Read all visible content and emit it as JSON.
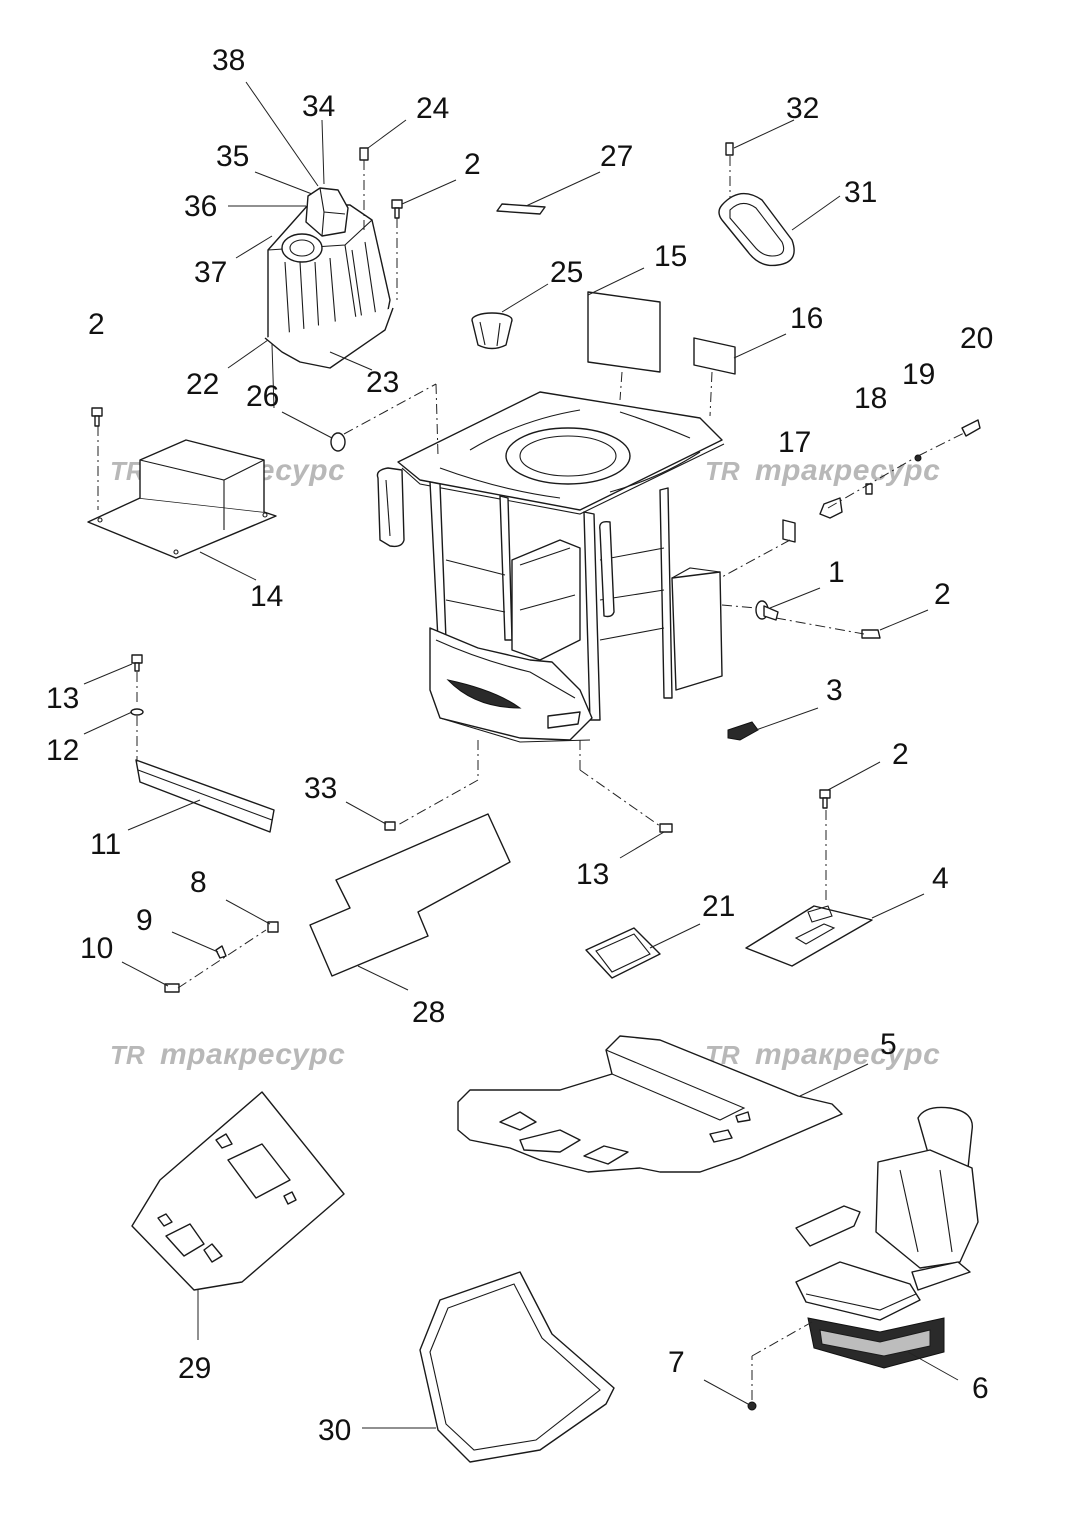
{
  "watermark": {
    "logo": "TR",
    "text": "тракресурс"
  },
  "callouts": [
    {
      "id": "c38",
      "label": "38"
    },
    {
      "id": "c34",
      "label": "34"
    },
    {
      "id": "c24",
      "label": "24"
    },
    {
      "id": "c35",
      "label": "35"
    },
    {
      "id": "c2a",
      "label": "2"
    },
    {
      "id": "c27",
      "label": "27"
    },
    {
      "id": "c32",
      "label": "32"
    },
    {
      "id": "c31",
      "label": "31"
    },
    {
      "id": "c36",
      "label": "36"
    },
    {
      "id": "c37",
      "label": "37"
    },
    {
      "id": "c25",
      "label": "25"
    },
    {
      "id": "c15",
      "label": "15"
    },
    {
      "id": "c16",
      "label": "16"
    },
    {
      "id": "c2b",
      "label": "2"
    },
    {
      "id": "c20",
      "label": "20"
    },
    {
      "id": "c19",
      "label": "19"
    },
    {
      "id": "c22",
      "label": "22"
    },
    {
      "id": "c23",
      "label": "23"
    },
    {
      "id": "c26",
      "label": "26"
    },
    {
      "id": "c18",
      "label": "18"
    },
    {
      "id": "c17",
      "label": "17"
    },
    {
      "id": "c14",
      "label": "14"
    },
    {
      "id": "c1",
      "label": "1"
    },
    {
      "id": "c2c",
      "label": "2"
    },
    {
      "id": "c13a",
      "label": "13"
    },
    {
      "id": "c3",
      "label": "3"
    },
    {
      "id": "c12",
      "label": "12"
    },
    {
      "id": "c2d",
      "label": "2"
    },
    {
      "id": "c33",
      "label": "33"
    },
    {
      "id": "c11",
      "label": "11"
    },
    {
      "id": "c13b",
      "label": "13"
    },
    {
      "id": "c8",
      "label": "8"
    },
    {
      "id": "c4",
      "label": "4"
    },
    {
      "id": "c9",
      "label": "9"
    },
    {
      "id": "c21",
      "label": "21"
    },
    {
      "id": "c10",
      "label": "10"
    },
    {
      "id": "c28",
      "label": "28"
    },
    {
      "id": "c5",
      "label": "5"
    },
    {
      "id": "c29",
      "label": "29"
    },
    {
      "id": "c7",
      "label": "7"
    },
    {
      "id": "c6",
      "label": "6"
    },
    {
      "id": "c30",
      "label": "30"
    }
  ]
}
